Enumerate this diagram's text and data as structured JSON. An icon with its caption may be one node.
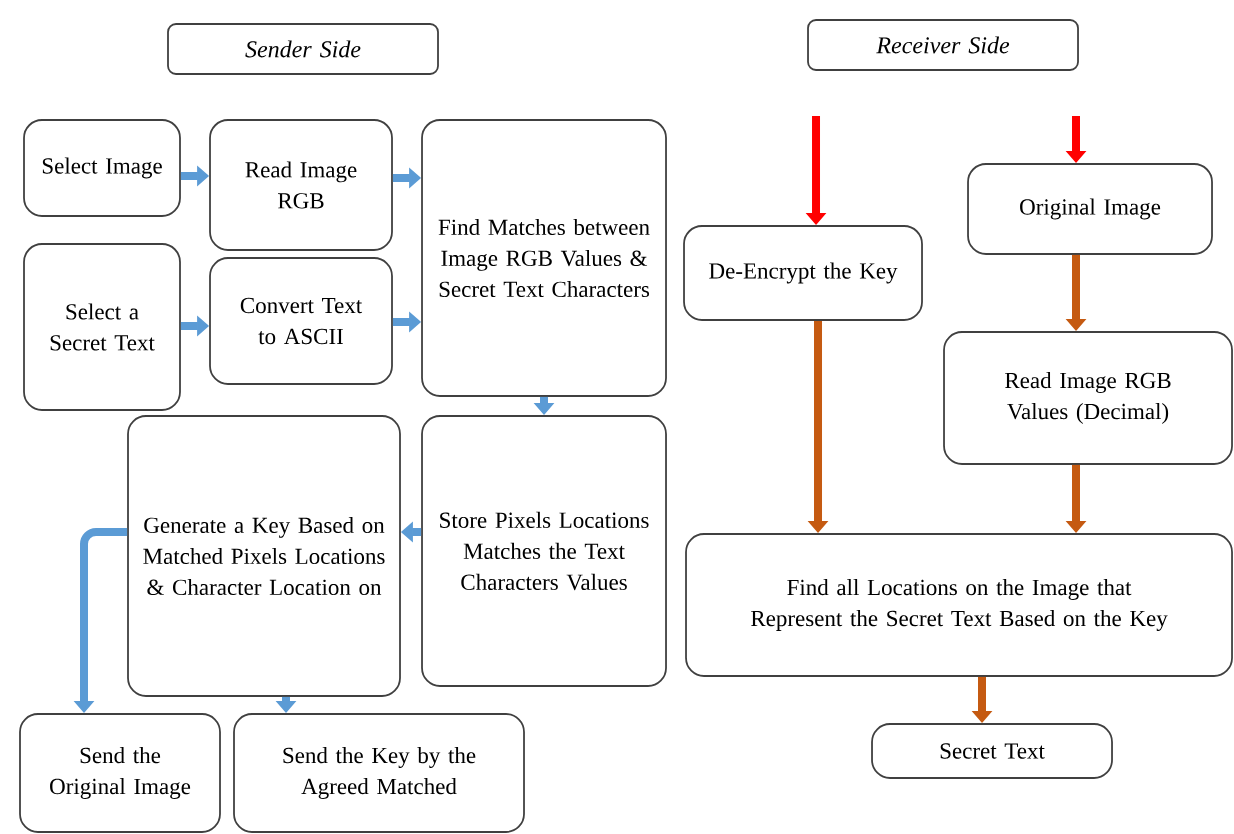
{
  "diagram": {
    "nodes": [
      {
        "text": [
          "Sender Side"
        ]
      },
      {
        "text": [
          "Receiver Side"
        ]
      },
      {
        "text": [
          "Select Image"
        ]
      },
      {
        "text": [
          "Read Image RGB"
        ]
      },
      {
        "text": [
          "Find Matches between Image RGB Values & Secret Text Characters"
        ]
      },
      {
        "text": [
          "Select a Secret Text"
        ]
      },
      {
        "text": [
          "Convert Text to ASCII"
        ]
      },
      {
        "text": [
          "Store Pixels Locations Matches the Text Characters Values"
        ]
      },
      {
        "text": [
          "Generate a Key Based on Matched Pixels Locations & Character Location on"
        ]
      },
      {
        "text": [
          "Send the Original Image"
        ]
      },
      {
        "text": [
          "Send the Key by the Agreed Matched"
        ]
      },
      {
        "text": [
          "De-Encrypt the Key"
        ]
      },
      {
        "text": [
          "Original Image"
        ]
      },
      {
        "text": [
          "Read Image RGB Values (Decimal)"
        ]
      },
      {
        "text": [
          "Find all Locations on the Image that Represent the Secret Text Based on the Key"
        ]
      },
      {
        "text": [
          "Secret Text"
        ]
      }
    ],
    "edges": [
      {
        "from": 2,
        "to": 3,
        "arrow": "to"
      },
      {
        "from": 3,
        "to": 4,
        "arrow": "to"
      },
      {
        "from": 5,
        "to": 6,
        "arrow": "to"
      },
      {
        "from": 6,
        "to": 4,
        "arrow": "to"
      },
      {
        "from": 4,
        "to": 7,
        "arrow": "to"
      },
      {
        "from": 7,
        "to": 8,
        "arrow": "to"
      },
      {
        "from": 8,
        "to": 9,
        "arrow": "to"
      },
      {
        "from": 8,
        "to": 10,
        "arrow": "to"
      },
      {
        "from": null,
        "to": 11,
        "arrow": "to",
        "color": "#ff0000"
      },
      {
        "from": null,
        "to": 12,
        "arrow": "to",
        "color": "#ff0000"
      },
      {
        "from": 12,
        "to": 13,
        "arrow": "to",
        "color": "#c55a11"
      },
      {
        "from": 11,
        "to": 14,
        "arrow": "to",
        "color": "#c55a11"
      },
      {
        "from": 13,
        "to": 14,
        "arrow": "to",
        "color": "#c55a11"
      },
      {
        "from": 14,
        "to": 15,
        "arrow": "to",
        "color": "#c55a11"
      }
    ]
  }
}
